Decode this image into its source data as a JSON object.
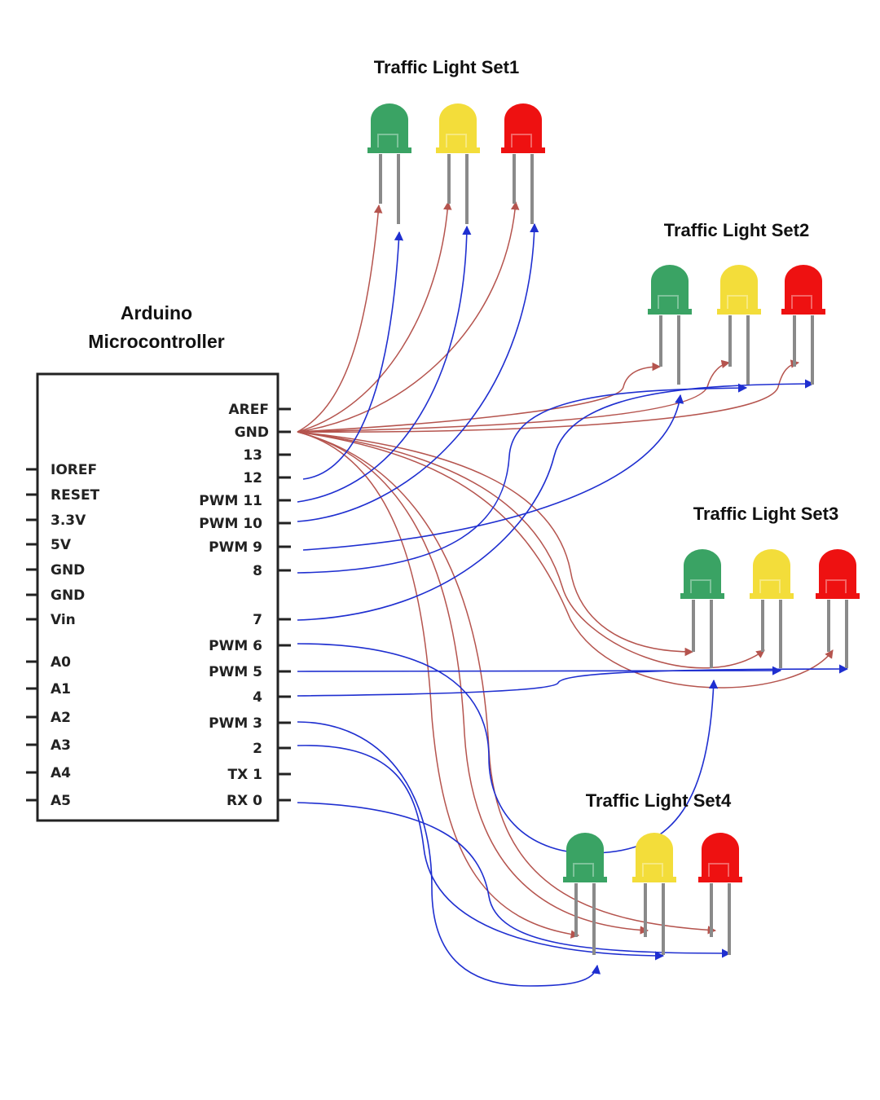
{
  "colors": {
    "green": "#3aa364",
    "yellow": "#f3dd3a",
    "red": "#ee1111",
    "gnd_wire": "#b5544e",
    "signal_wire": "#1f2fd0"
  },
  "arduino": {
    "title_line1": "Arduino",
    "title_line2": "Microcontroller",
    "left_pins": [
      "IOREF",
      "RESET",
      "3.3V",
      "5V",
      "GND",
      "GND",
      "Vin",
      "A0",
      "A1",
      "A2",
      "A3",
      "A4",
      "A5"
    ],
    "right_pins": [
      "AREF",
      "GND",
      "13",
      "12",
      "PWM 11",
      "PWM 10",
      "PWM 9",
      "8",
      "7",
      "PWM 6",
      "PWM 5",
      "4",
      "PWM 3",
      "2",
      "TX 1",
      "RX 0"
    ]
  },
  "traffic_sets": [
    {
      "label": "Traffic Light Set1",
      "leds": [
        "green",
        "yellow",
        "red"
      ]
    },
    {
      "label": "Traffic Light Set2",
      "leds": [
        "green",
        "yellow",
        "red"
      ]
    },
    {
      "label": "Traffic Light Set3",
      "leds": [
        "green",
        "yellow",
        "red"
      ]
    },
    {
      "label": "Traffic Light Set4",
      "leds": [
        "green",
        "yellow",
        "red"
      ]
    }
  ]
}
